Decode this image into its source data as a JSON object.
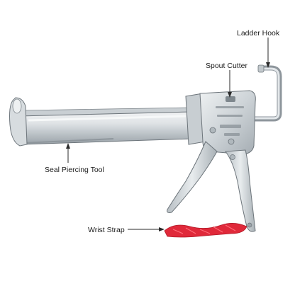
{
  "diagram": {
    "callouts": [
      {
        "id": "ladder-hook",
        "text": "Ladder Hook"
      },
      {
        "id": "spout-cutter",
        "text": "Spout Cutter"
      },
      {
        "id": "seal-piercing-tool",
        "text": "Seal Piercing Tool"
      },
      {
        "id": "wrist-strap",
        "text": "Wrist Strap"
      }
    ],
    "colors": {
      "metal_light": "#e6eaec",
      "metal_mid": "#c3c9cd",
      "metal_dark": "#8e969c",
      "outline": "#6d757b",
      "strap": "#e0293a",
      "leader": "#2a2a2a",
      "background": "#ffffff"
    }
  }
}
